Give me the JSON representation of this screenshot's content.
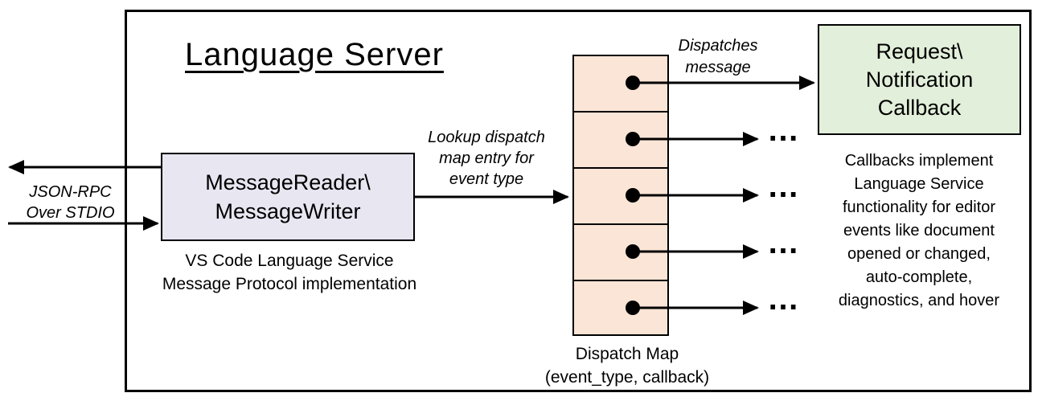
{
  "diagram": {
    "title": "Language Server",
    "io_label": {
      "lines": [
        "JSON-RPC",
        "Over STDIO"
      ]
    },
    "message_box": {
      "lines": [
        "MessageReader\\",
        "MessageWriter"
      ],
      "caption": [
        "VS Code Language Service",
        "Message Protocol implementation"
      ]
    },
    "lookup_label": {
      "lines": [
        "Lookup dispatch",
        "map entry for",
        "event type"
      ]
    },
    "dispatches_label": {
      "lines": [
        "Dispatches",
        "message"
      ]
    },
    "callback_box": {
      "lines": [
        "Request\\",
        "Notification",
        "Callback"
      ]
    },
    "callbacks_note": {
      "lines": [
        "Callbacks implement",
        "Language Service",
        "functionality for editor",
        "events like document",
        "opened or changed,",
        "auto-complete,",
        "diagnostics, and hover"
      ]
    },
    "dispatch_map": {
      "cells": 5,
      "caption": [
        "Dispatch Map",
        "(event_type, callback)"
      ]
    },
    "ellipsis": "…",
    "colors": {
      "message_box_fill": "#e7e6f1",
      "dispatch_cell_fill": "#fbe5d6",
      "callback_box_fill": "#e2efda",
      "stroke": "#000000"
    }
  }
}
